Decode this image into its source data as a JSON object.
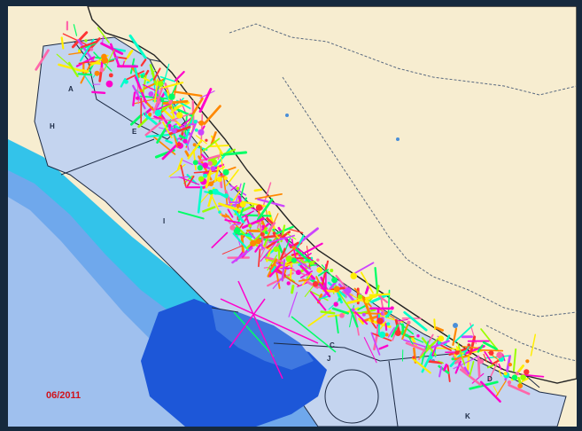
{
  "map": {
    "date_stamp": "06/2011",
    "zones": {
      "A": "A",
      "E": "E",
      "H": "H",
      "I": "I",
      "J": "J",
      "K": "K",
      "C": "C",
      "D": "D"
    },
    "colors": {
      "land": "#f7edd0",
      "coast_outline": "#222222",
      "border_line": "#5a6a80",
      "zone_fill": "#c4d4ef",
      "deep_sea": "#96b5e8",
      "deeper_sea": "#3f78e0",
      "deepest_sea": "#1d57d8",
      "shallow_cyan": "#33c3ea",
      "lake": "#4a8fd8",
      "date_text": "#d0121b"
    },
    "track_colors": [
      "#00ff66",
      "#ff00cc",
      "#ff3333",
      "#ff8800",
      "#99ff00",
      "#cc44ff",
      "#00ffcc",
      "#ffee00",
      "#ff66aa"
    ]
  }
}
